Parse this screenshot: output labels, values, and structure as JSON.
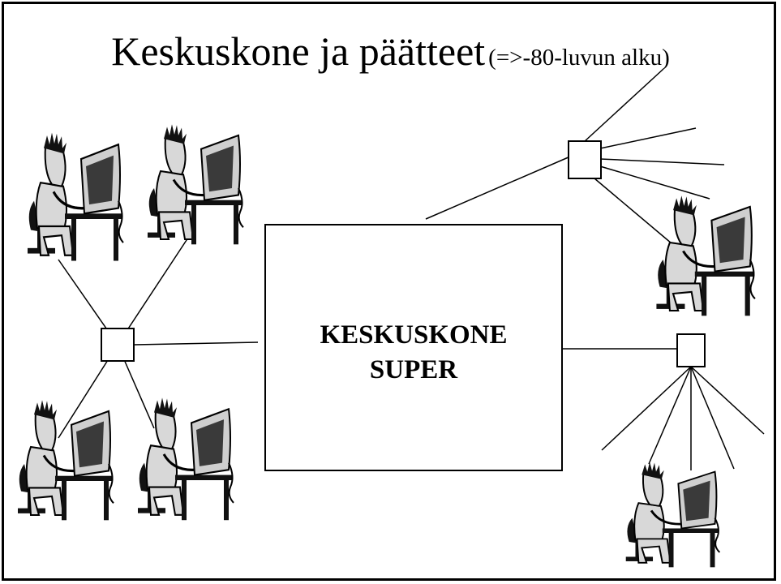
{
  "title": {
    "main": "Keskuskone ja päätteet",
    "subtitle": "(=>-80-luvun alku)"
  },
  "central_computer": {
    "line1": "KESKUSKONE",
    "line2": "SUPER"
  },
  "users": [
    {
      "group": "left-top",
      "name": "user-left-top-1"
    },
    {
      "group": "left-top",
      "name": "user-left-top-2"
    },
    {
      "group": "left-bottom",
      "name": "user-left-bottom-1"
    },
    {
      "group": "left-bottom",
      "name": "user-left-bottom-2"
    },
    {
      "group": "right-top",
      "name": "user-right-top"
    },
    {
      "group": "right-bottom",
      "name": "user-right-bottom"
    }
  ]
}
